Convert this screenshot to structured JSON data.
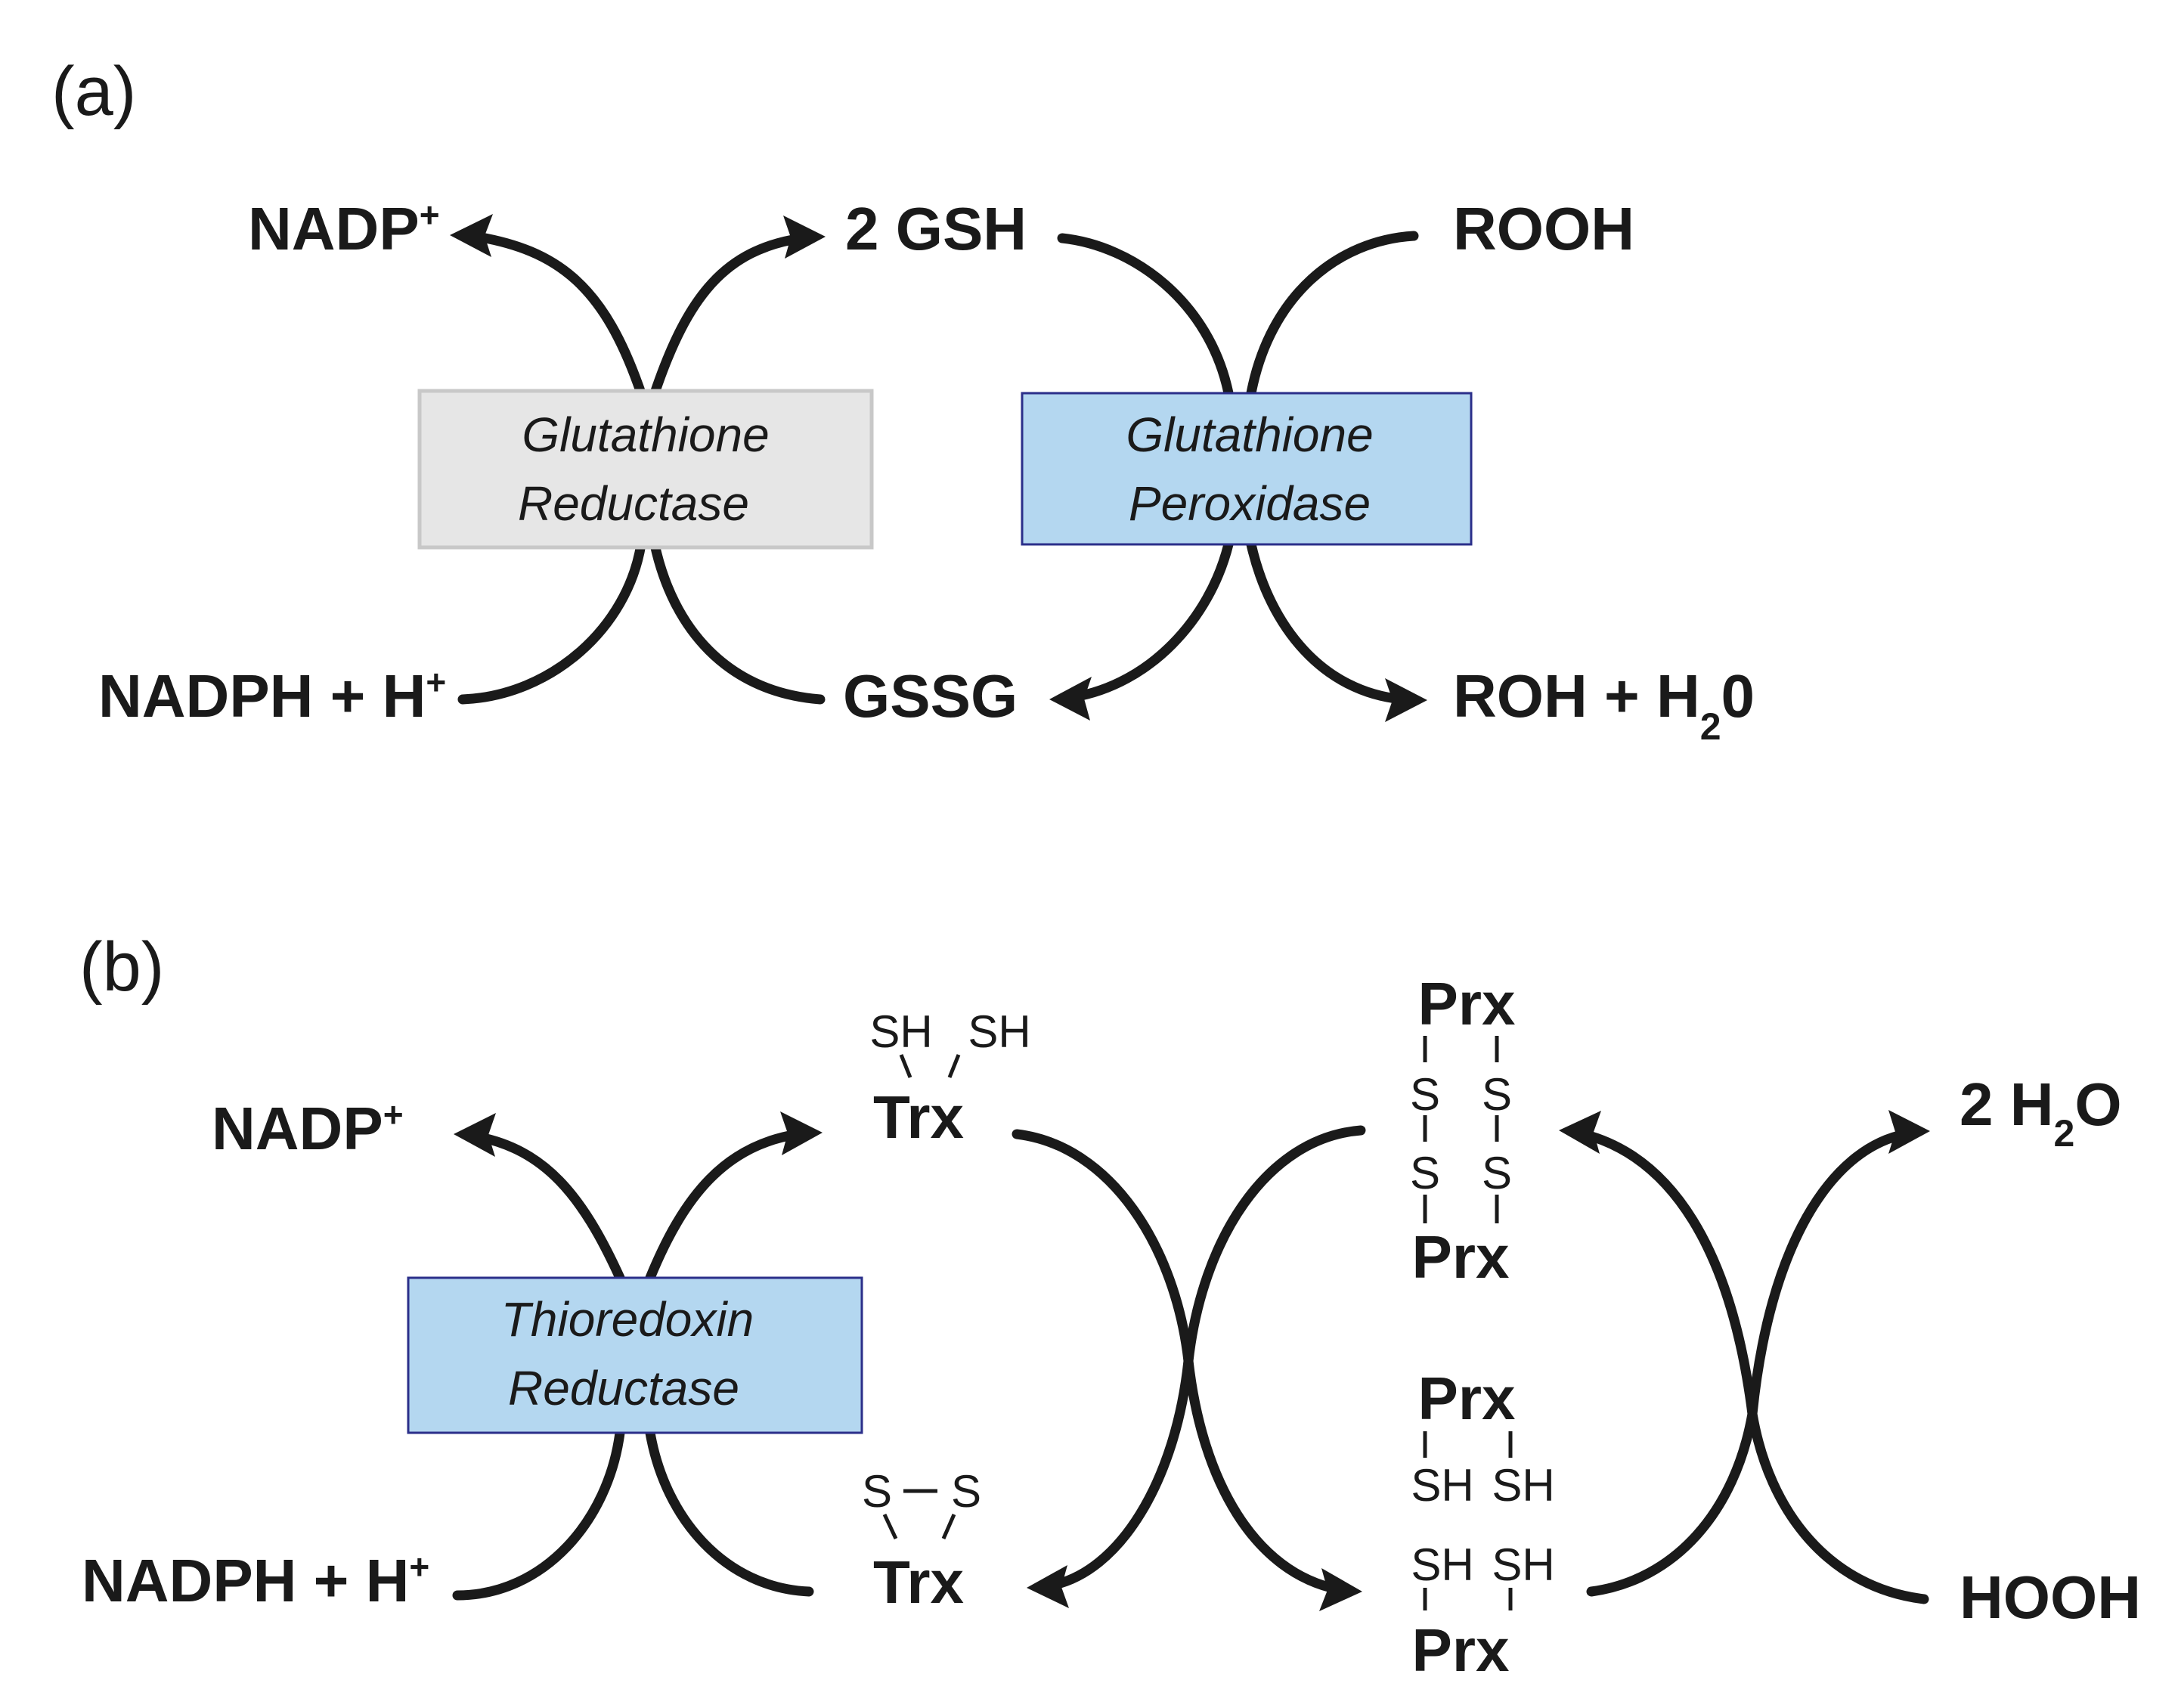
{
  "panel_a": {
    "label": "(a)",
    "nadp": "NADP",
    "nadp_sup": "+",
    "gsh": "2 GSH",
    "rooh": "ROOH",
    "nadph": "NADPH + H",
    "nadph_sup": "+",
    "gssg": "GSSG",
    "roh": "ROH + H",
    "roh_sub": "2",
    "roh_tail": "0",
    "enzyme1": {
      "line1": "Glutathione",
      "line2": "Reductase",
      "fill": "#e6e6e6",
      "stroke": "#c8c8c8"
    },
    "enzyme2": {
      "line1": "Glutathione",
      "line2": "Peroxidase",
      "fill": "#b4d7f0",
      "stroke": "#2b2f8a"
    }
  },
  "panel_b": {
    "label": "(b)",
    "nadp": "NADP",
    "nadp_sup": "+",
    "nadph": "NADPH + H",
    "nadph_sup": "+",
    "trx_red": {
      "name": "Trx",
      "sh1": "SH",
      "sh2": "SH"
    },
    "trx_ox": {
      "name": "Trx",
      "s1": "S",
      "s2": "S"
    },
    "prx_ox": {
      "top": "Prx",
      "bottom": "Prx",
      "s": "S"
    },
    "prx_red": {
      "top": "Prx",
      "bottom": "Prx",
      "sh": "SH"
    },
    "water": "2 H",
    "water_sub": "2",
    "water_tail": "O",
    "hooh": "HOOH",
    "enzyme": {
      "line1": "Thioredoxin",
      "line2": "Reductase",
      "fill": "#b4d7f0",
      "stroke": "#2b2f8a"
    }
  }
}
